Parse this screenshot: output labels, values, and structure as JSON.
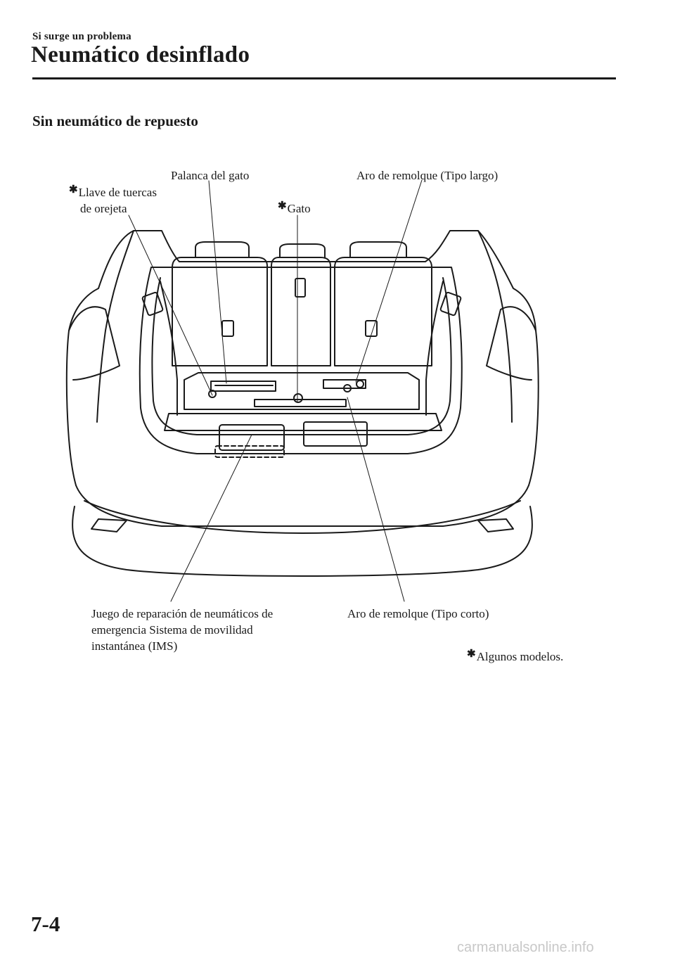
{
  "header": {
    "section": "Si surge un problema",
    "title": "Neumático desinflado"
  },
  "subheading": "Sin neumático de repuesto",
  "callouts": {
    "jack_lever": "Palanca del gato",
    "towing_hook_long": "Aro de remolque (Tipo largo)",
    "lug_wrench_line1": "Llave de tuercas",
    "lug_wrench_line2": "de orejeta",
    "jack": "Gato",
    "repair_kit_line1": "Juego de reparación de neumáticos de",
    "repair_kit_line2": "emergencia Sistema de movilidad",
    "repair_kit_line3": "instantánea (IMS)",
    "towing_hook_short": "Aro de remolque (Tipo corto)"
  },
  "footnote": "Algunos modelos.",
  "asterisk_symbol": "✱",
  "page_number": "7-4",
  "watermark": "carmanualsonline.info"
}
